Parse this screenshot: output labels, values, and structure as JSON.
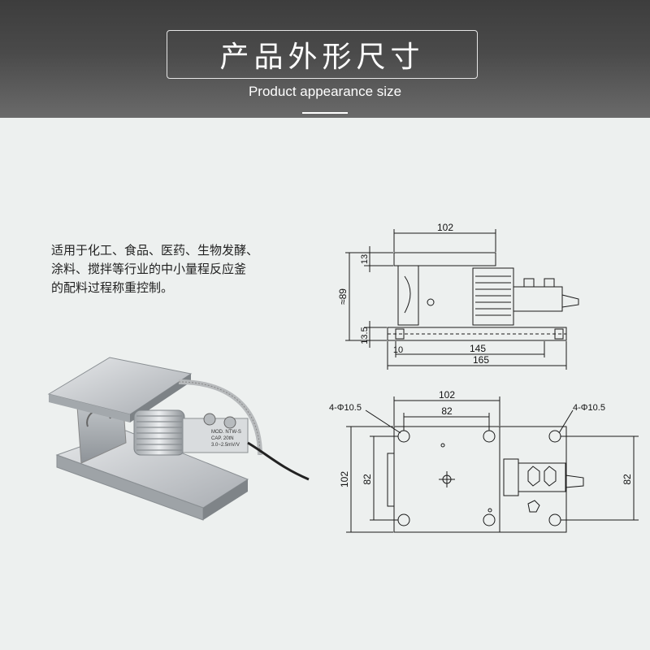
{
  "header": {
    "title": "产品外形尺寸",
    "subtitle": "Product appearance size"
  },
  "description": {
    "lines": [
      "适用于化工、食品、医药、生物发酵、",
      "涂料、搅拌等行业的中小量程反应釜",
      "的配料过程称重控制。"
    ]
  },
  "product_photo": {
    "label_lines": [
      "MOD. NTW-S",
      "CAP. 20tN",
      "3.0~2.5mV/V"
    ]
  },
  "side_view": {
    "dims": {
      "top_width": "102",
      "height": "≈89",
      "plate_thickness": "13",
      "base_thickness": "13.5",
      "offset": "10",
      "inner_span": "145",
      "overall_length": "165"
    }
  },
  "top_view": {
    "dims": {
      "width_outer": "102",
      "width_inner": "82",
      "hole_left": "4-Φ10.5",
      "hole_right": "4-Φ10.5",
      "height_outer": "102",
      "height_inner": "82",
      "height_right": "82"
    }
  },
  "colors": {
    "banner": "#4a4a4a",
    "background": "#edf0ef",
    "drawing": "#1a1a1a"
  }
}
